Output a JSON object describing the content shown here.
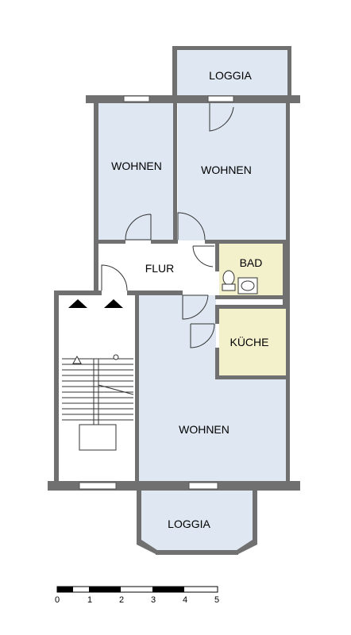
{
  "rooms": {
    "loggia_top": "LOGGIA",
    "wohnen_left": "WOHNEN",
    "wohnen_right": "WOHNEN",
    "flur": "FLUR",
    "bad": "BAD",
    "kueche": "KÜCHE",
    "wohnen_bottom": "WOHNEN",
    "loggia_bottom": "LOGGIA"
  },
  "scale": {
    "ticks": [
      "0",
      "1",
      "2",
      "3",
      "4",
      "5"
    ]
  },
  "colors": {
    "wall": "#707070",
    "room_fill": "#dfe8f2",
    "wet_fill": "#f3f0cc",
    "flur_fill": "#ffffff"
  }
}
